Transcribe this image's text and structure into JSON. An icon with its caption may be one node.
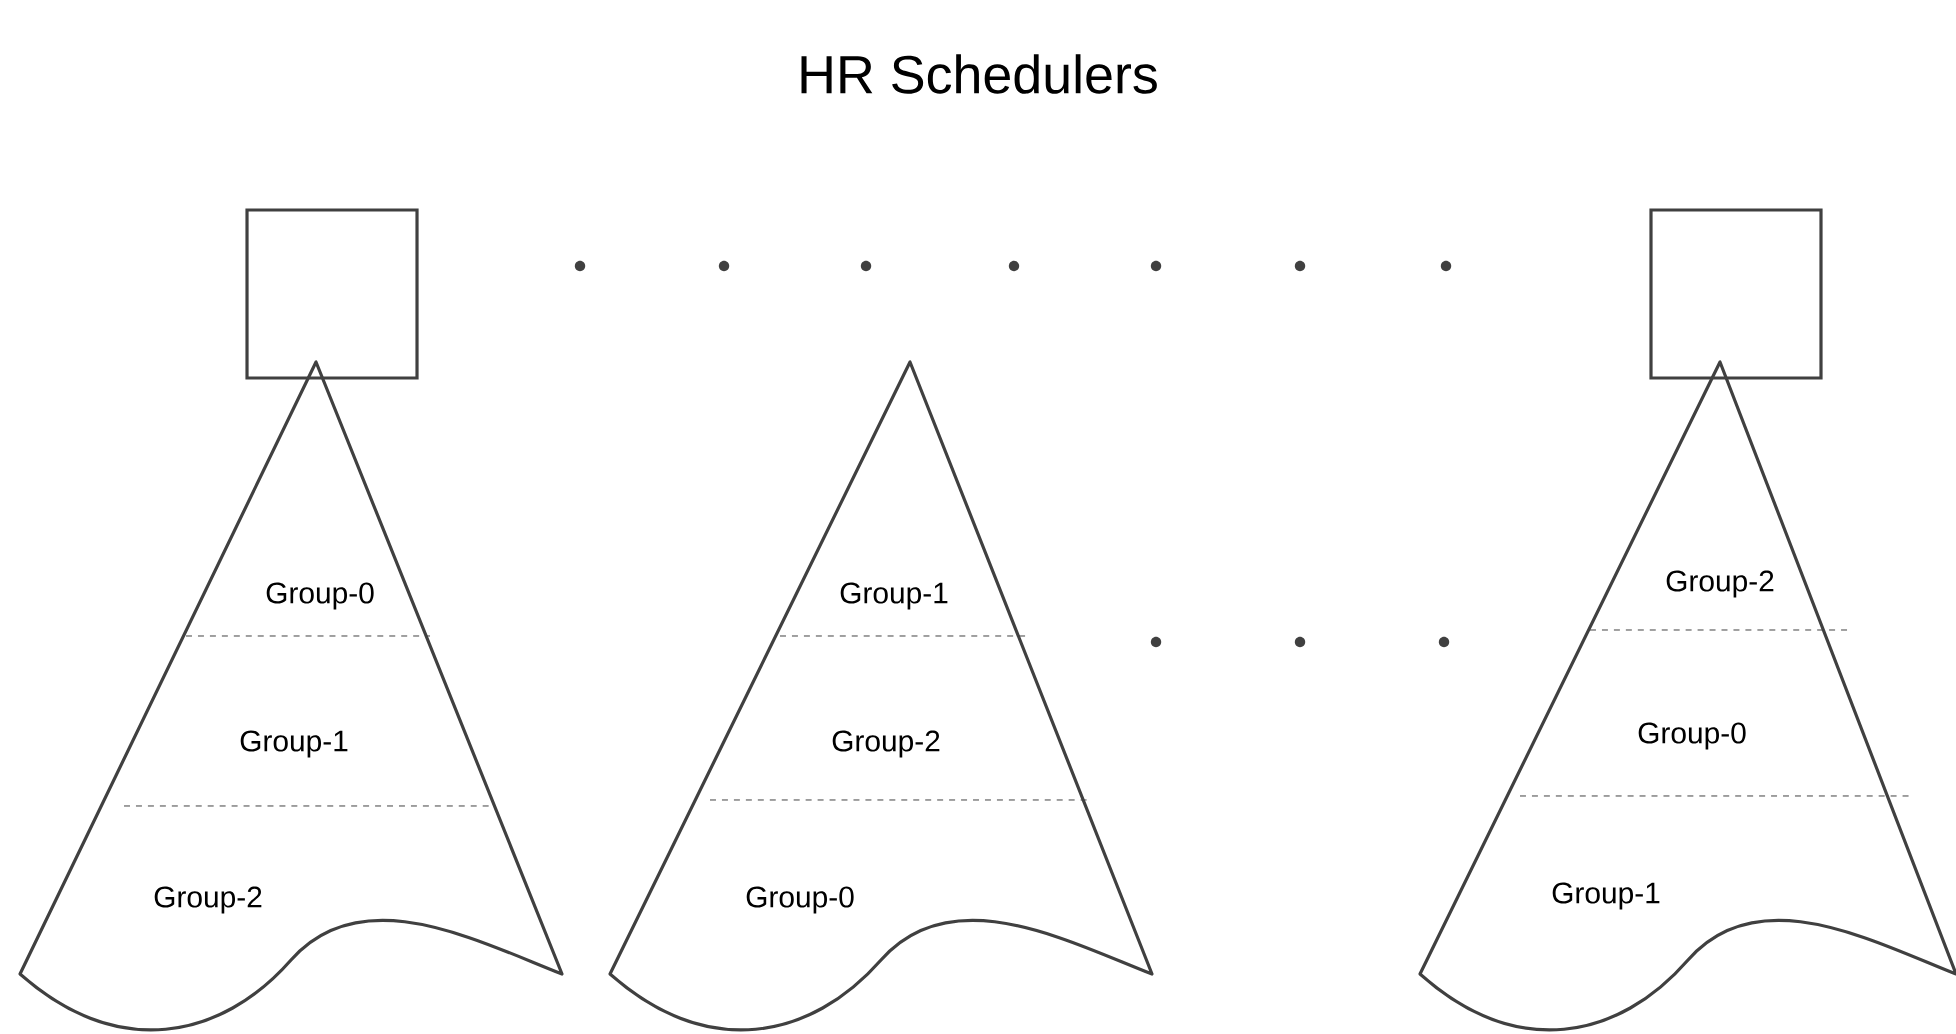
{
  "diagram": {
    "title": "HR Schedulers",
    "nodes": [
      {
        "text": [],
        "shape": "box"
      },
      {
        "text": [],
        "shape": "box"
      },
      {
        "text": [
          "Group-0",
          "Group-1",
          "Group-2"
        ]
      },
      {
        "text": [
          "Group-1",
          "Group-2",
          "Group-0"
        ]
      },
      {
        "text": [
          "Group-2",
          "Group-0",
          "Group-1"
        ]
      }
    ]
  }
}
